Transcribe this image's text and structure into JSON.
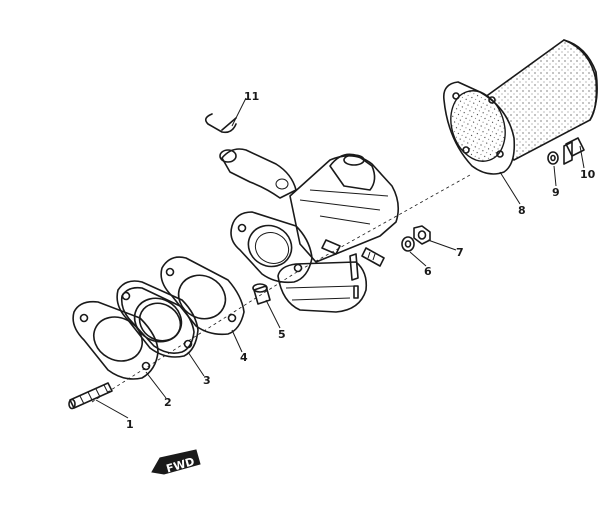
{
  "callouts": {
    "p1": "1",
    "p2": "2",
    "p3": "3",
    "p4": "4",
    "p5": "5",
    "p6": "6",
    "p7": "7",
    "p8": "8",
    "p9": "9",
    "p10": "10",
    "p11": "11"
  },
  "forward_marker": {
    "label": "FWD"
  }
}
